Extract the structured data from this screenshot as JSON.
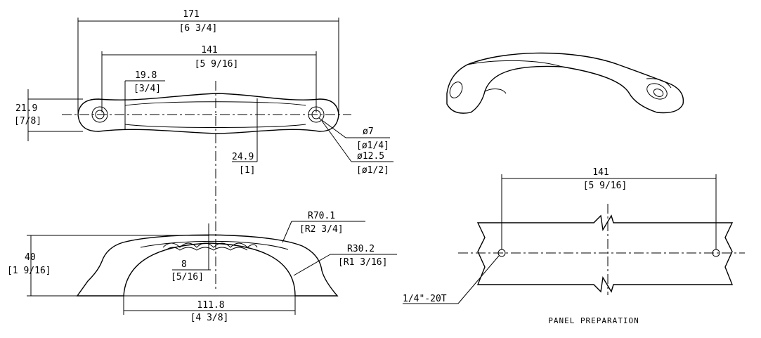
{
  "top_view": {
    "overall_length": {
      "mm": "171",
      "in": "[6 3/4]"
    },
    "hole_spacing": {
      "mm": "141",
      "in": "[5 9/16]"
    },
    "grip_width_min": {
      "mm": "19.8",
      "in": "[3/4]"
    },
    "end_width": {
      "mm": "21.9",
      "in": "[7/8]"
    },
    "grip_width_max": {
      "mm": "24.9",
      "in": "[1]"
    },
    "hole_dia": {
      "mm": "ø7",
      "in": "[ø1/4]"
    },
    "counterbore_dia": {
      "mm": "ø12.5",
      "in": "[ø1/2]"
    }
  },
  "side_view": {
    "height": {
      "mm": "40",
      "in": "[1 9/16]"
    },
    "outer_radius": {
      "mm": "R70.1",
      "in": "[R2 3/4]"
    },
    "inner_radius": {
      "mm": "R30.2",
      "in": "[R1 3/16]"
    },
    "grip_depth": {
      "mm": "8",
      "in": "[5/16]"
    },
    "opening_width": {
      "mm": "111.8",
      "in": "[4 3/8]"
    }
  },
  "panel": {
    "hole_spacing": {
      "mm": "141",
      "in": "[5 9/16]"
    },
    "thread": "1/4\"-20T",
    "title": "PANEL PREPARATION"
  }
}
